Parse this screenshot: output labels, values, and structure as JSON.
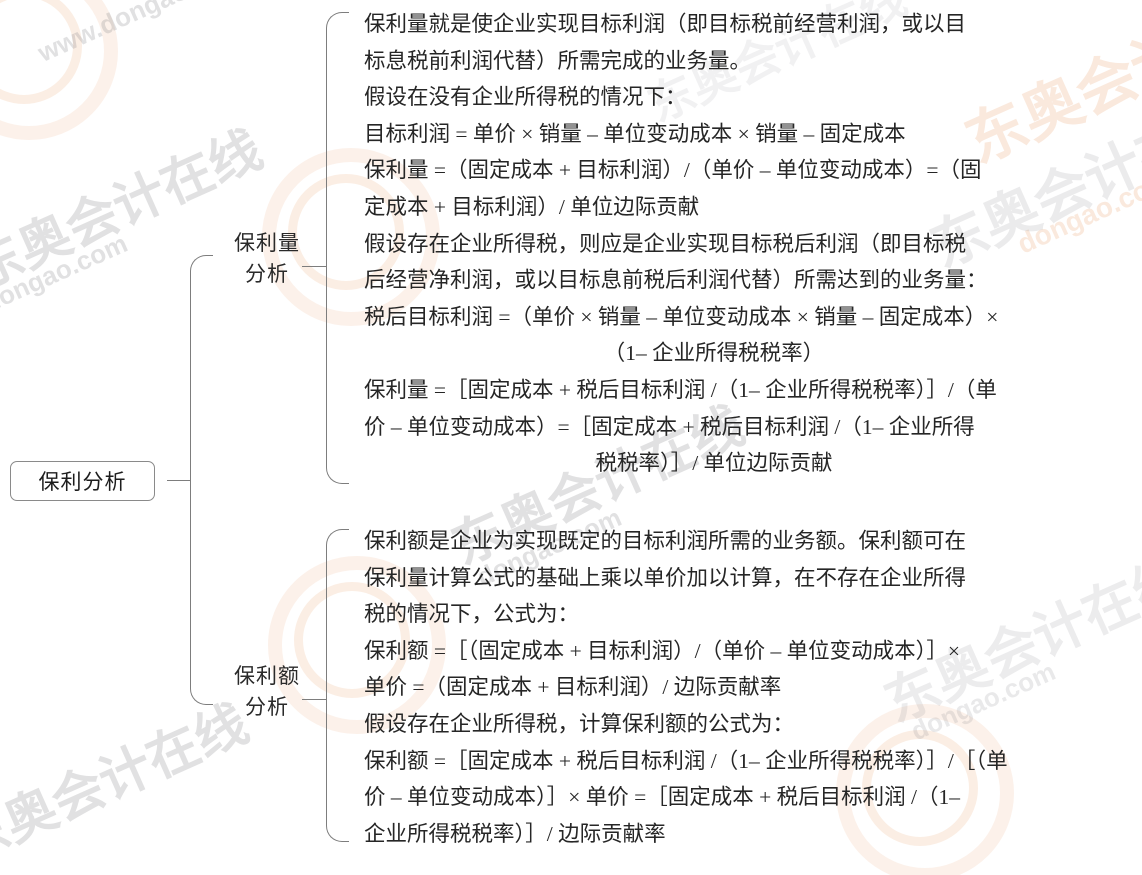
{
  "diagram": {
    "root": {
      "label": "保利分析"
    },
    "branches": [
      {
        "label": "保利量\n分析",
        "label_line1": "保利量",
        "label_line2": "分析",
        "lines": [
          {
            "text": "保利量就是使企业实现目标利润（即目标税前经营利润，或以目",
            "align": "left"
          },
          {
            "text": "标息税前利润代替）所需完成的业务量。",
            "align": "left"
          },
          {
            "text": "假设在没有企业所得税的情况下：",
            "align": "left"
          },
          {
            "text": "目标利润 = 单价 × 销量 – 单位变动成本 × 销量 – 固定成本",
            "align": "left"
          },
          {
            "text": "保利量 =（固定成本 + 目标利润）/（单价 – 单位变动成本）=（固",
            "align": "left"
          },
          {
            "text": "定成本 + 目标利润）/ 单位边际贡献",
            "align": "left"
          },
          {
            "text": "假设存在企业所得税，则应是企业实现目标税后利润（即目标税",
            "align": "left"
          },
          {
            "text": "后经营净利润，或以目标息前税后利润代替）所需达到的业务量：",
            "align": "left"
          },
          {
            "text": "税后目标利润 =（单价 × 销量 – 单位变动成本 × 销量 – 固定成本）×",
            "align": "left"
          },
          {
            "text": "（1– 企业所得税税率）",
            "align": "center"
          },
          {
            "text": "保利量 =［固定成本 + 税后目标利润 /（1– 企业所得税税率）］/（单",
            "align": "left"
          },
          {
            "text": "价 – 单位变动成本）=［固定成本 + 税后目标利润 /（1– 企业所得",
            "align": "left"
          },
          {
            "text": "税税率）］/ 单位边际贡献",
            "align": "center"
          }
        ]
      },
      {
        "label": "保利额\n分析",
        "label_line1": "保利额",
        "label_line2": "分析",
        "lines": [
          {
            "text": "保利额是企业为实现既定的目标利润所需的业务额。保利额可在",
            "align": "left"
          },
          {
            "text": "保利量计算公式的基础上乘以单价加以计算，在不存在企业所得",
            "align": "left"
          },
          {
            "text": "税的情况下，公式为：",
            "align": "left"
          },
          {
            "text": "保利额 =［（固定成本 + 目标利润）/（单价 – 单位变动成本）］×",
            "align": "left"
          },
          {
            "text": "单价 =（固定成本 + 目标利润）/ 边际贡献率",
            "align": "left"
          },
          {
            "text": "假设存在企业所得税，计算保利额的公式为：",
            "align": "left"
          },
          {
            "text": "保利额 =［固定成本 + 税后目标利润 /（1– 企业所得税税率）］/［（单",
            "align": "left"
          },
          {
            "text": "价 – 单位变动成本）］× 单价 =［固定成本 + 税后目标利润 /（1–",
            "align": "left"
          },
          {
            "text": "企业所得税税率）］/ 边际贡献率",
            "align": "left"
          }
        ]
      }
    ]
  },
  "watermarks": {
    "brand_text": "东奥会计在线",
    "site_text": "dongao.com",
    "url_text": "www.dongao.com",
    "accent_color": "#e8965a",
    "line_color": "#7d7d7d",
    "text_color": "#262626"
  }
}
